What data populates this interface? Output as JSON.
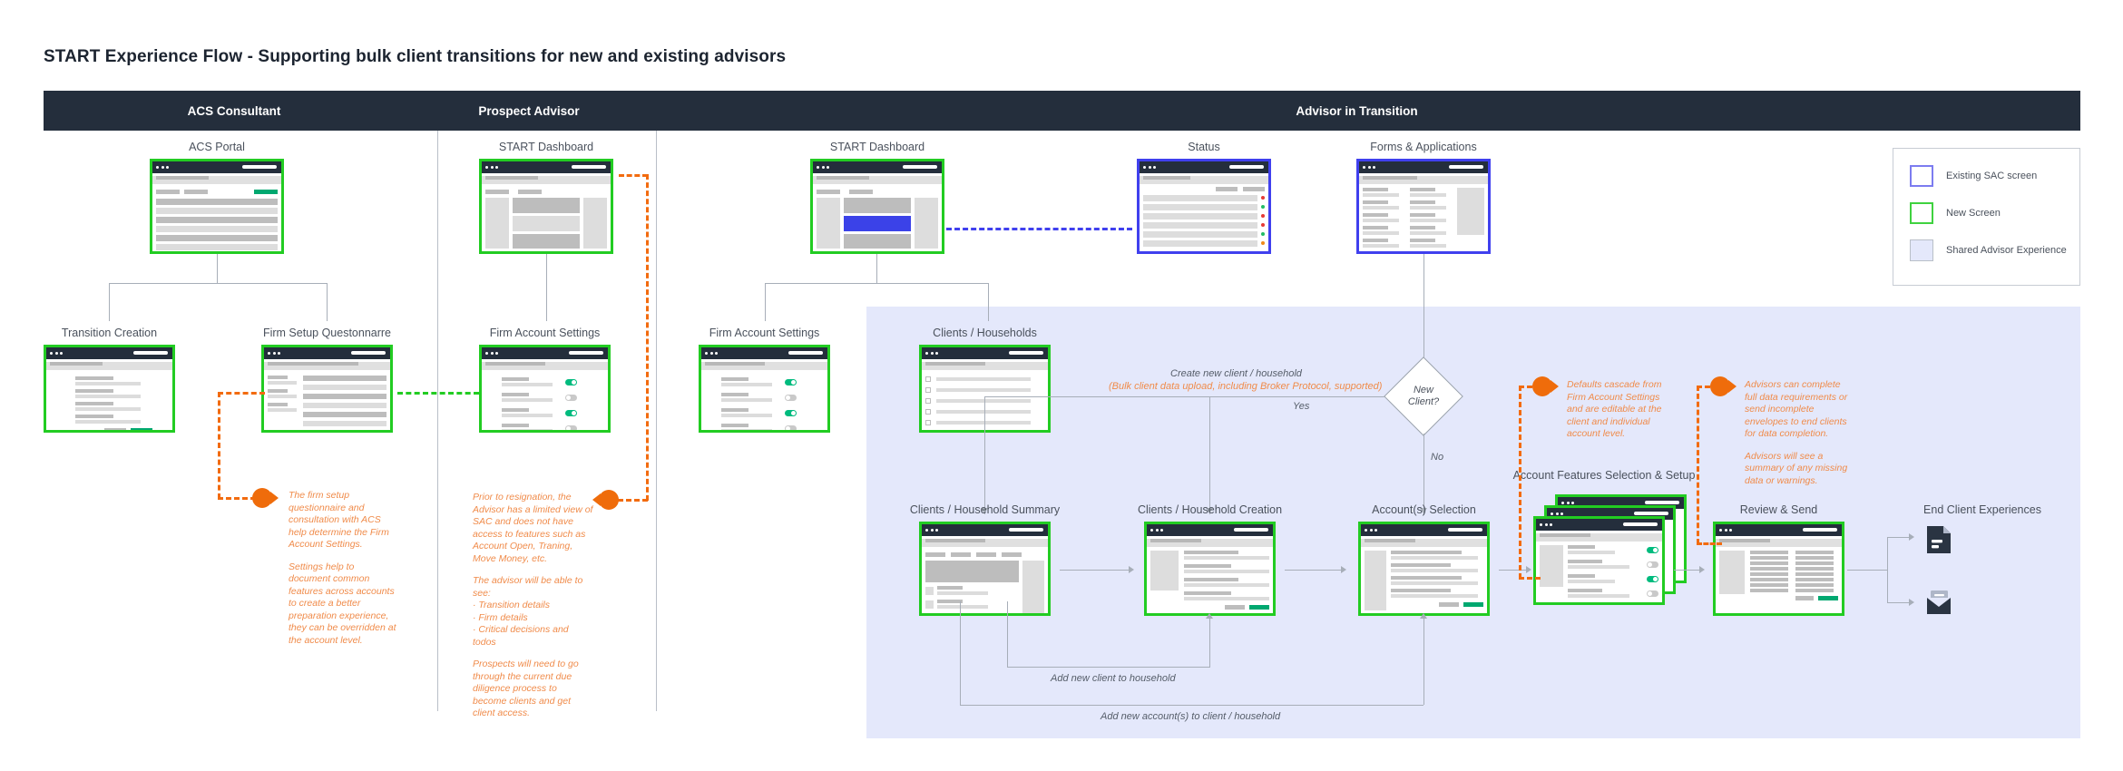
{
  "page_title": "START Experience Flow - Supporting bulk client transitions for new and existing advisors",
  "colors": {
    "lane_header_bg": "#242e3c",
    "new_screen_border": "#22cc22",
    "existing_sac_border": "#4040ee",
    "shared_panel_bg": "#e4e8fb",
    "annotation_orange": "#f08b4a",
    "pin_orange": "#ef6c0b",
    "connector_gray": "#a7aeb8"
  },
  "lanes": [
    {
      "id": "acs-consultant",
      "label": "ACS Consultant"
    },
    {
      "id": "prospect-advisor",
      "label": "Prospect Advisor"
    },
    {
      "id": "advisor-in-transition",
      "label": "Advisor in Transition"
    }
  ],
  "legend": {
    "items": [
      {
        "label": "Existing SAC screen",
        "swatch": "outline-blue"
      },
      {
        "label": "New Screen",
        "swatch": "outline-green"
      },
      {
        "label": "Shared Advisor Experience",
        "swatch": "filled-lavender"
      }
    ]
  },
  "nodes": {
    "acs_portal": {
      "label": "ACS Portal",
      "kind": "new-screen"
    },
    "transition_creation": {
      "label": "Transition Creation",
      "kind": "new-screen"
    },
    "firm_setup_questionnaire": {
      "label": "Firm Setup Questonnarre",
      "kind": "new-screen"
    },
    "firm_account_settings_prospect": {
      "label": "Firm Account Settings",
      "kind": "new-screen"
    },
    "start_dashboard_prospect": {
      "label": "START Dashboard",
      "kind": "new-screen"
    },
    "start_dashboard_advisor": {
      "label": "START Dashboard",
      "kind": "new-screen"
    },
    "status": {
      "label": "Status",
      "kind": "existing-sac"
    },
    "forms_applications": {
      "label": "Forms & Applications",
      "kind": "existing-sac"
    },
    "firm_account_settings_advisor": {
      "label": "Firm Account Settings",
      "kind": "new-screen"
    },
    "clients_households": {
      "label": "Clients / Households",
      "kind": "new-screen"
    },
    "clients_household_summary": {
      "label": "Clients / Household Summary",
      "kind": "new-screen"
    },
    "clients_household_creation": {
      "label": "Clients / Household Creation",
      "kind": "new-screen"
    },
    "accounts_selection": {
      "label": "Account(s) Selection",
      "kind": "new-screen"
    },
    "account_features": {
      "label": "Account Features Selection & Setup",
      "kind": "new-screen-stack"
    },
    "review_send": {
      "label": "Review & Send",
      "kind": "new-screen"
    },
    "end_client_experiences": {
      "label": "End Client Experiences",
      "kind": "icons"
    }
  },
  "decision": {
    "line1": "New",
    "line2": "Client?",
    "yes": "Yes",
    "no": "No"
  },
  "flow_labels": {
    "create_new_client": "Create new client / household",
    "bulk_upload": "(Bulk client data upload, including Broker Protocol, supported)",
    "add_new_client_to_household": "Add new client to household",
    "add_new_accounts": "Add new account(s) to client / household"
  },
  "annotations": {
    "firm_setup": {
      "p1": "The firm setup questionnaire and consultation with ACS help determine the Firm Account Settings.",
      "p2": "Settings help to document common features across accounts to create a better preparation experience, they can be overridden at the account level."
    },
    "prospect_access": {
      "p1": "Prior to resignation, the Advisor has a limited view of SAC and does not have access to features such as Account Open, Traning, Move Money, etc.",
      "p2": "The advisor will be able to see:",
      "p3": "· Transition details",
      "p4": "· Firm details",
      "p5": "· Critical decisions and todos",
      "p6": "Prospects will need to go through the current due diligence process to become clients and get client access."
    },
    "defaults_cascade": {
      "p1": "Defaults cascade from Firm Account Settings and are editable at the client and individual account level."
    },
    "envelopes": {
      "p1": "Advisors can complete full data requirements or send incomplete envelopes to end clients for data completion.",
      "p2": "Advisors will see a summary of any missing data or warnings."
    }
  },
  "icons": {
    "document": "document-icon",
    "envelope": "envelope-icon"
  }
}
